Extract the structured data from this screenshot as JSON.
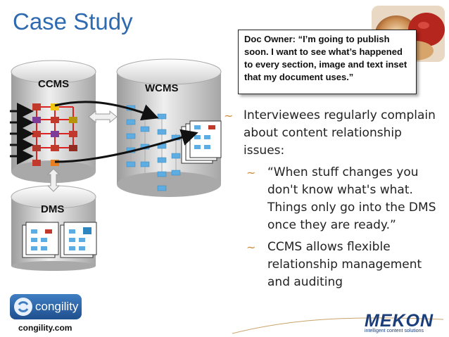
{
  "slide": {
    "title": "Case Study",
    "quote": "Doc Owner: “I’m going to publish soon. I want to see what’s happened to every section, image and text inset that my document uses.”",
    "bullet_main": "Interviewees regularly complain about content relationship issues:",
    "sub_bullets": [
      "“When stuff changes you don't know what's what. Things only go into the DMS once they are ready.”",
      "CCMS allows flexible relationship management and auditing"
    ],
    "bullet_glyph": "~",
    "footer_url": "congility.com"
  },
  "diagram": {
    "ccms_label": "CCMS",
    "wcms_label": "WCMS",
    "dms_label": "DMS"
  },
  "logos": {
    "congility": "congility",
    "mekon": "MEKON",
    "mekon_tagline": "intelligent content solutions"
  },
  "colors": {
    "title": "#2d6ab0",
    "bullet_glyph": "#d08a3a",
    "cylinder": "#c8c8c8",
    "mekon": "#1b3d7a"
  }
}
